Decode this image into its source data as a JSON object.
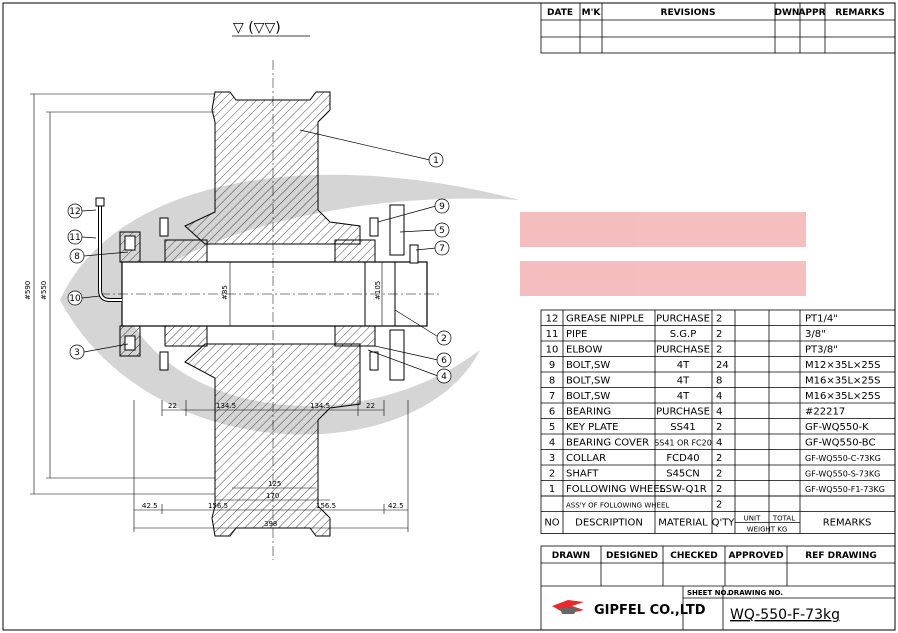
{
  "surface_mark": "▽ (▽▽)",
  "revisions": {
    "headers": [
      "DATE",
      "M'K",
      "REVISIONS",
      "DWN",
      "APPR",
      "REMARKS"
    ]
  },
  "bom": {
    "rows": [
      {
        "no": "12",
        "desc": "GREASE NIPPLE",
        "material": "PURCHASE",
        "qty": "2",
        "remarks": "PT1/4\""
      },
      {
        "no": "11",
        "desc": "PIPE",
        "material": "S.G.P",
        "qty": "2",
        "remarks": "3/8\""
      },
      {
        "no": "10",
        "desc": "ELBOW",
        "material": "PURCHASE",
        "qty": "2",
        "remarks": "PT3/8\""
      },
      {
        "no": "9",
        "desc": "BOLT,SW",
        "material": "4T",
        "qty": "24",
        "remarks": "M12×35L×25S"
      },
      {
        "no": "8",
        "desc": "BOLT,SW",
        "material": "4T",
        "qty": "8",
        "remarks": "M16×35L×25S"
      },
      {
        "no": "7",
        "desc": "BOLT,SW",
        "material": "4T",
        "qty": "4",
        "remarks": "M16×35L×25S"
      },
      {
        "no": "6",
        "desc": "BEARING",
        "material": "PURCHASE",
        "qty": "4",
        "remarks": "#22217"
      },
      {
        "no": "5",
        "desc": "KEY PLATE",
        "material": "SS41",
        "qty": "2",
        "remarks": "GF-WQ550-K"
      },
      {
        "no": "4",
        "desc": "BEARING COVER",
        "material": "SS41 OR FC20",
        "qty": "4",
        "remarks": "GF-WQ550-BC"
      },
      {
        "no": "3",
        "desc": "COLLAR",
        "material": "FCD40",
        "qty": "2",
        "remarks": "GF-WQ550-C-73KG"
      },
      {
        "no": "2",
        "desc": "SHAFT",
        "material": "S45CN",
        "qty": "2",
        "remarks": "GF-WQ550-S-73KG"
      },
      {
        "no": "1",
        "desc": "FOLLOWING WHEEL",
        "material": "SSW-Q1R",
        "qty": "2",
        "remarks": "GF-WQ550-F1-73KG"
      },
      {
        "no": "",
        "desc": "ASS'Y OF FOLLOWING WHEEL",
        "material": "",
        "qty": "2",
        "remarks": ""
      }
    ],
    "header": {
      "no": "NO",
      "desc": "DESCRIPTION",
      "material": "MATERIAL",
      "qty": "Q'TY",
      "unit": "UNIT",
      "total": "TOTAL",
      "weight": "WEIGHT KG",
      "remarks": "REMARKS"
    }
  },
  "title_block": {
    "headers": [
      "DRAWN",
      "DESIGNED",
      "CHECKED",
      "APPROVED",
      "REF DRAWING"
    ],
    "company": "GIPFEL CO.,LTD",
    "sheet_no_label": "SHEET NO.",
    "drawing_no_label": "DRAWING NO.",
    "drawing_no": "WQ-550-F-73kg"
  },
  "dimensions": {
    "overall_height": "#590",
    "tread_height": "#550",
    "bore": "#85",
    "shaft_dia": "#105",
    "d_22_left": "22",
    "d_134_5_left": "134.5",
    "d_134_5_right": "134.5",
    "d_22_right": "22",
    "d_125": "125",
    "d_170": "170",
    "d_42_5_left": "42.5",
    "d_156_5_left": "156.5",
    "d_156_5_right": "156.5",
    "d_42_5_right": "42.5",
    "d_398": "398"
  },
  "balloons": [
    "1",
    "2",
    "3",
    "4",
    "5",
    "6",
    "7",
    "8",
    "9",
    "10",
    "11",
    "12"
  ],
  "colors": {
    "logo_red": "#e8282a",
    "watermark_gray": "#c8c8c8",
    "watermark_red": "#f5b8b8"
  }
}
